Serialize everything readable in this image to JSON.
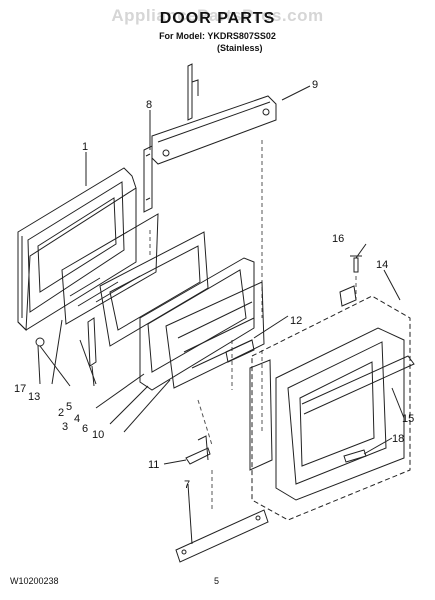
{
  "watermark": "AppliancePartsPros.com",
  "header": {
    "title": "DOOR PARTS",
    "model_line": "For Model: YKDRS807SS02",
    "finish": "(Stainless)"
  },
  "callouts": [
    "1",
    "2",
    "3",
    "4",
    "5",
    "6",
    "7",
    "8",
    "9",
    "10",
    "11",
    "12",
    "13",
    "14",
    "15",
    "16",
    "17",
    "18"
  ],
  "footer": {
    "doc_id": "W10200238",
    "page": "5"
  }
}
